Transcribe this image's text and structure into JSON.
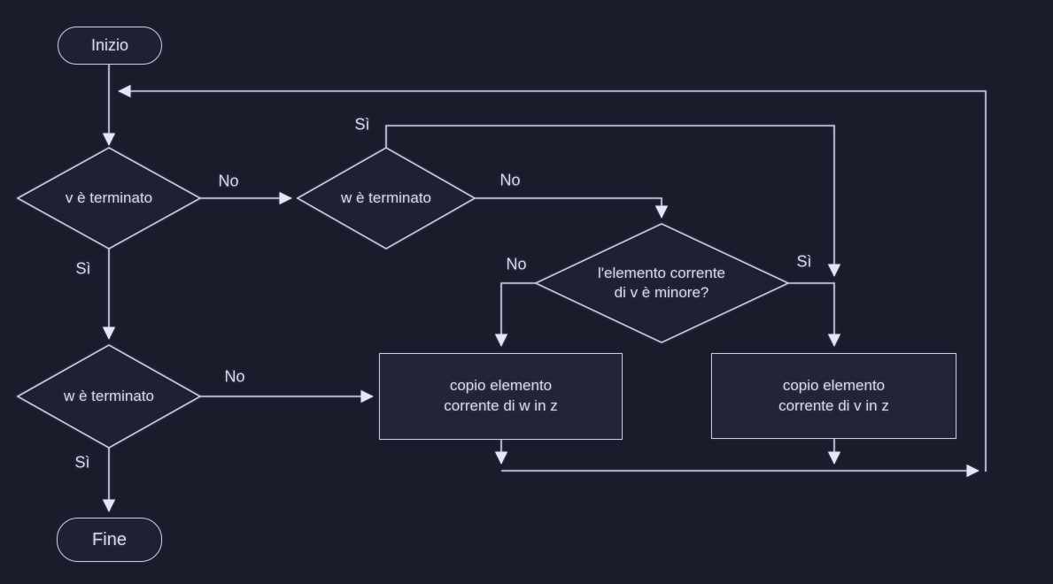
{
  "diagram": {
    "type": "flowchart",
    "language": "it",
    "description": "Merge algorithm flowchart (merging sorted arrays v and w into z)",
    "nodes": {
      "start": {
        "label": "Inizio"
      },
      "v_terminated": {
        "label": "v è terminato"
      },
      "w_terminated_top": {
        "label": "w è terminato"
      },
      "element_smaller": {
        "line1": "l'elemento corrente",
        "line2": "di v è minore?"
      },
      "w_terminated_bottom": {
        "label": "w è terminato"
      },
      "copy_w": {
        "line1": "copio elemento",
        "line2": "corrente di w in z"
      },
      "copy_v": {
        "line1": "copio elemento",
        "line2": "corrente di v in z"
      },
      "end": {
        "label": "Fine"
      }
    },
    "edge_labels": {
      "v_terminated_no": "No",
      "v_terminated_si": "Sì",
      "w_top_si": "Sì",
      "w_top_no": "No",
      "element_no": "No",
      "element_si": "Sì",
      "w_bottom_no": "No",
      "w_bottom_si": "Sì"
    },
    "colors": {
      "background": "#1b1c2b",
      "line": "#c6cbe4",
      "arrowhead": "#e2e6f6",
      "text": "#d5d9ee",
      "process_fill": "#232435",
      "shape_fill": "#1f2031"
    }
  }
}
